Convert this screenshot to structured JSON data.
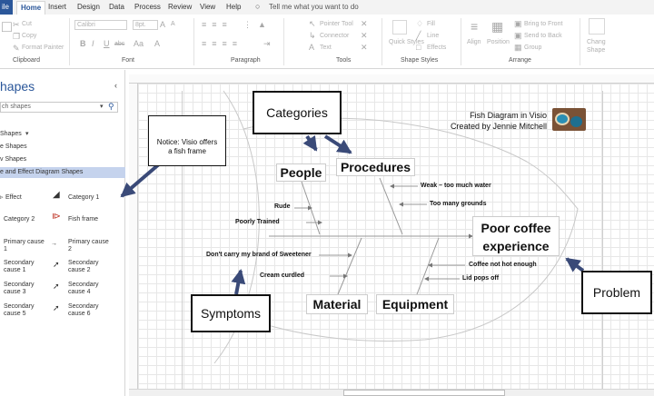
{
  "ribbon_tabs": {
    "file": "ile",
    "home": "Home",
    "insert": "Insert",
    "design": "Design",
    "data": "Data",
    "process": "Process",
    "review": "Review",
    "view": "View",
    "help": "Help",
    "tell_me": "Tell me what you want to do"
  },
  "clipboard": {
    "cut": "Cut",
    "copy": "Copy",
    "format_painter": "Format Painter",
    "label": "Clipboard"
  },
  "font": {
    "font_name": "Calibri",
    "font_size": "8pt.",
    "bold": "B",
    "italic": "I",
    "underline": "U",
    "strike": "abc",
    "grow": "A",
    "shrink": "A",
    "size_aa": "Aa",
    "color": "A",
    "label": "Font"
  },
  "paragraph": {
    "label": "Paragraph"
  },
  "tools": {
    "pointer": "Pointer Tool",
    "connector": "Connector",
    "text": "Text",
    "label": "Tools"
  },
  "quick_styles": {
    "label": "Quick Styles"
  },
  "shape_styles": {
    "fill": "Fill",
    "line": "Line",
    "effects": "Effects",
    "label": "Shape Styles"
  },
  "arrange": {
    "bring_front": "Bring to Front",
    "send_back": "Send to Back",
    "group": "Group",
    "align": "Align",
    "position": "Position",
    "label": "Arrange"
  },
  "change_shape": {
    "label1": "Chang",
    "label2": "Shape"
  },
  "shapes_pane": {
    "title": "hapes",
    "search_placeholder": "ch shapes",
    "items": [
      "Shapes",
      "e Shapes",
      "v Shapes",
      "e and Effect Diagram Shapes"
    ]
  },
  "masters": {
    "effect": "Effect",
    "category1": "Category 1",
    "category2": "Category 2",
    "fish_frame": "Fish frame",
    "primary_cause_1a": "Primary cause",
    "primary_cause_1b": "1",
    "primary_cause_2a": "Primary cause",
    "primary_cause_2b": "2",
    "secondary_1a": "Secondary",
    "secondary_1b": "cause 1",
    "secondary_2a": "Secondary",
    "secondary_2b": "cause 2",
    "secondary_3a": "Secondary",
    "secondary_3b": "cause 3",
    "secondary_4a": "Secondary",
    "secondary_4b": "cause 4",
    "secondary_5a": "Secondary",
    "secondary_5b": "cause 5",
    "secondary_6a": "Secondary",
    "secondary_6b": "cause 6"
  },
  "diagram": {
    "title_line1": "Fish Diagram in Visio",
    "title_line2": "Created by Jennie Mitchell",
    "categories": [
      "People",
      "Procedures",
      "Material",
      "Equipment"
    ],
    "effect_line1": "Poor coffee",
    "effect_line2": "experience",
    "causes": {
      "rude": "Rude",
      "poorly_trained": "Poorly Trained",
      "weak": "Weak – too much water",
      "grounds": "Too many grounds",
      "sweetener": "Don't carry my brand of Sweetener",
      "cream": "Cream curdled",
      "coffee_not_hot": "Coffee not hot enough",
      "lid": "Lid pops off"
    }
  },
  "annotations": {
    "notice_line1": "Notice: Visio offers",
    "notice_line2": "a fish frame",
    "categories": "Categories",
    "symptoms": "Symptoms",
    "problem": "Problem"
  }
}
